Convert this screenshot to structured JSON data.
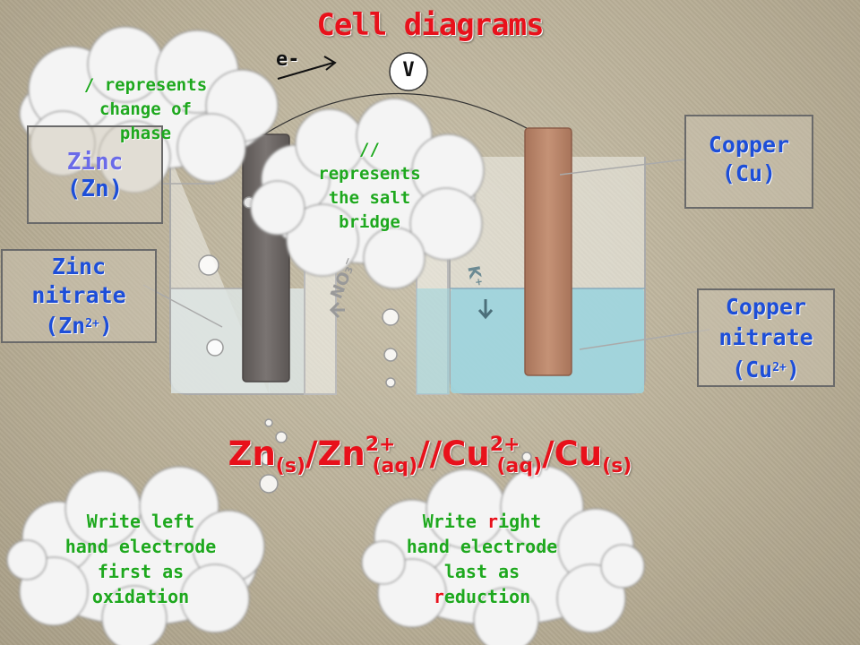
{
  "title": "Cell diagrams",
  "voltmeter": "V",
  "electron_label": "e-",
  "labels": {
    "zinc": [
      "Zinc",
      "(Zn)"
    ],
    "zinc_nitrate": [
      "Zinc",
      "nitrate",
      "(Zn",
      "2+",
      ")"
    ],
    "copper": [
      "Copper",
      "(Cu)"
    ],
    "copper_nitrate": [
      "Copper",
      "nitrate",
      "(Cu",
      "2+",
      ")"
    ]
  },
  "salt_bridge": {
    "left_ion": "NO₃⁻",
    "right_ion": "K⁺"
  },
  "callouts": {
    "phase": [
      "/ represents",
      "change of",
      "phase"
    ],
    "salt_bridge": [
      "//",
      "represents",
      "the salt",
      "bridge"
    ],
    "left": [
      "Write left",
      "hand electrode",
      "first as",
      "oxidation"
    ],
    "right_parts": {
      "l1a": "Write ",
      "l1r": "r",
      "l1b": "ight",
      "l2": "hand electrode",
      "l3": "last as",
      "l4r": "r",
      "l4b": "eduction"
    }
  },
  "cell_notation": {
    "p1": "Zn",
    "p1s": "(s)",
    "p2": "/Zn",
    "p2sup": "2+",
    "p2s": "(aq)",
    "p3": "//Cu",
    "p3sup": "2+",
    "p3s": "(aq)",
    "p4": "/Cu",
    "p4s": "(s)"
  },
  "colors": {
    "title": "#e8111b",
    "label_blue": "#1d4ed8",
    "callout_green": "#1ea81e",
    "solution_right": "#9fd4dc",
    "solution_left": "#d9e2e2",
    "zinc_electrode": "#6f6a68",
    "copper_electrode": "#b9866a"
  }
}
